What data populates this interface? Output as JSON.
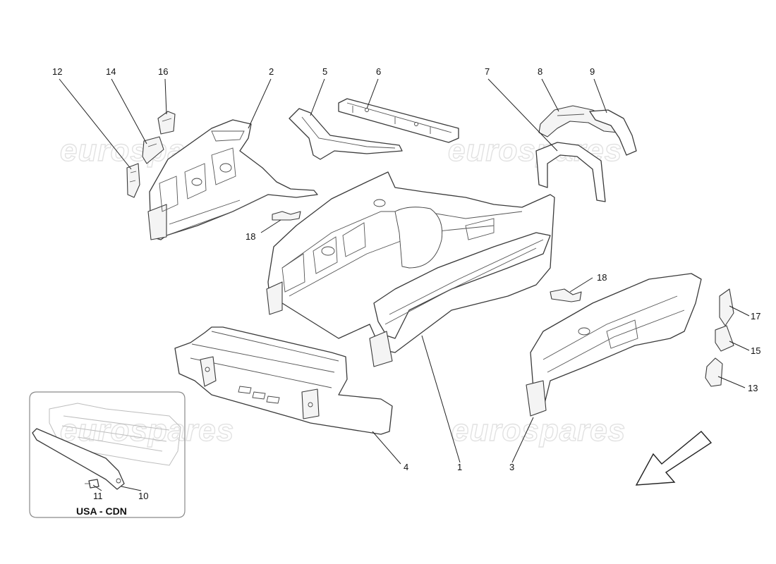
{
  "watermarks": [
    "eurospares",
    "eurospares",
    "eurospares",
    "eurospares"
  ],
  "callouts": {
    "c1": "1",
    "c2": "2",
    "c3": "3",
    "c4": "4",
    "c5": "5",
    "c6": "6",
    "c7": "7",
    "c8": "8",
    "c9": "9",
    "c10": "10",
    "c11": "11",
    "c12": "12",
    "c13": "13",
    "c14": "14",
    "c15": "15",
    "c16": "16",
    "c17": "17",
    "c18a": "18",
    "c18b": "18"
  },
  "inset": {
    "label": "USA - CDN"
  },
  "icons": {
    "direction": "front-direction-arrow-icon"
  }
}
